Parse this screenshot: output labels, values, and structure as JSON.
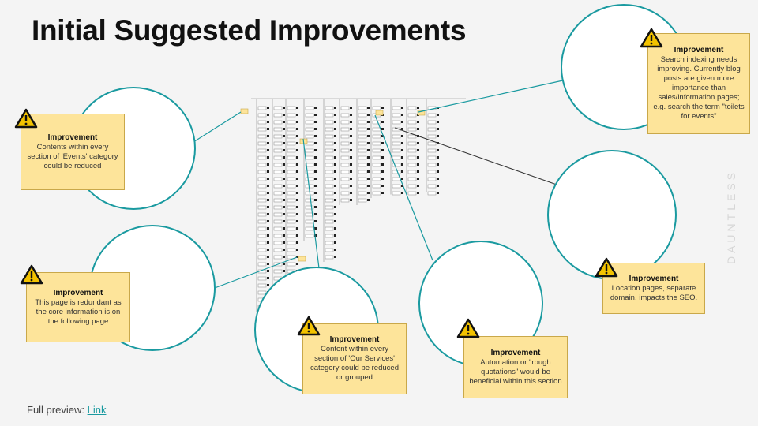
{
  "title": "Initial Suggested Improvements",
  "callouts": [
    {
      "heading": "Improvement",
      "text": "Contents within every section of 'Events' category could be reduced"
    },
    {
      "heading": "Improvement",
      "text": "This page is redundant as the core information is on the following page"
    },
    {
      "heading": "Improvement",
      "text": "Content within every section of 'Our Services' category could be reduced or grouped"
    },
    {
      "heading": "Improvement",
      "text": "Automation or \"rough quotations\" would be beneficial within this section"
    },
    {
      "heading": "Improvement",
      "text": "Location pages, separate domain, impacts the SEO."
    },
    {
      "heading": "Improvement",
      "text": "Search indexing needs improving. Currently blog posts are given more importance than sales/information pages; e.g. search the term \"toilets for events\""
    }
  ],
  "footer": {
    "label": "Full preview:",
    "link": "Link"
  },
  "brand": "DAUNTLESS",
  "colors": {
    "accent": "#1a9aa0",
    "callout": "#fde49a",
    "warning": "#f2c200"
  }
}
